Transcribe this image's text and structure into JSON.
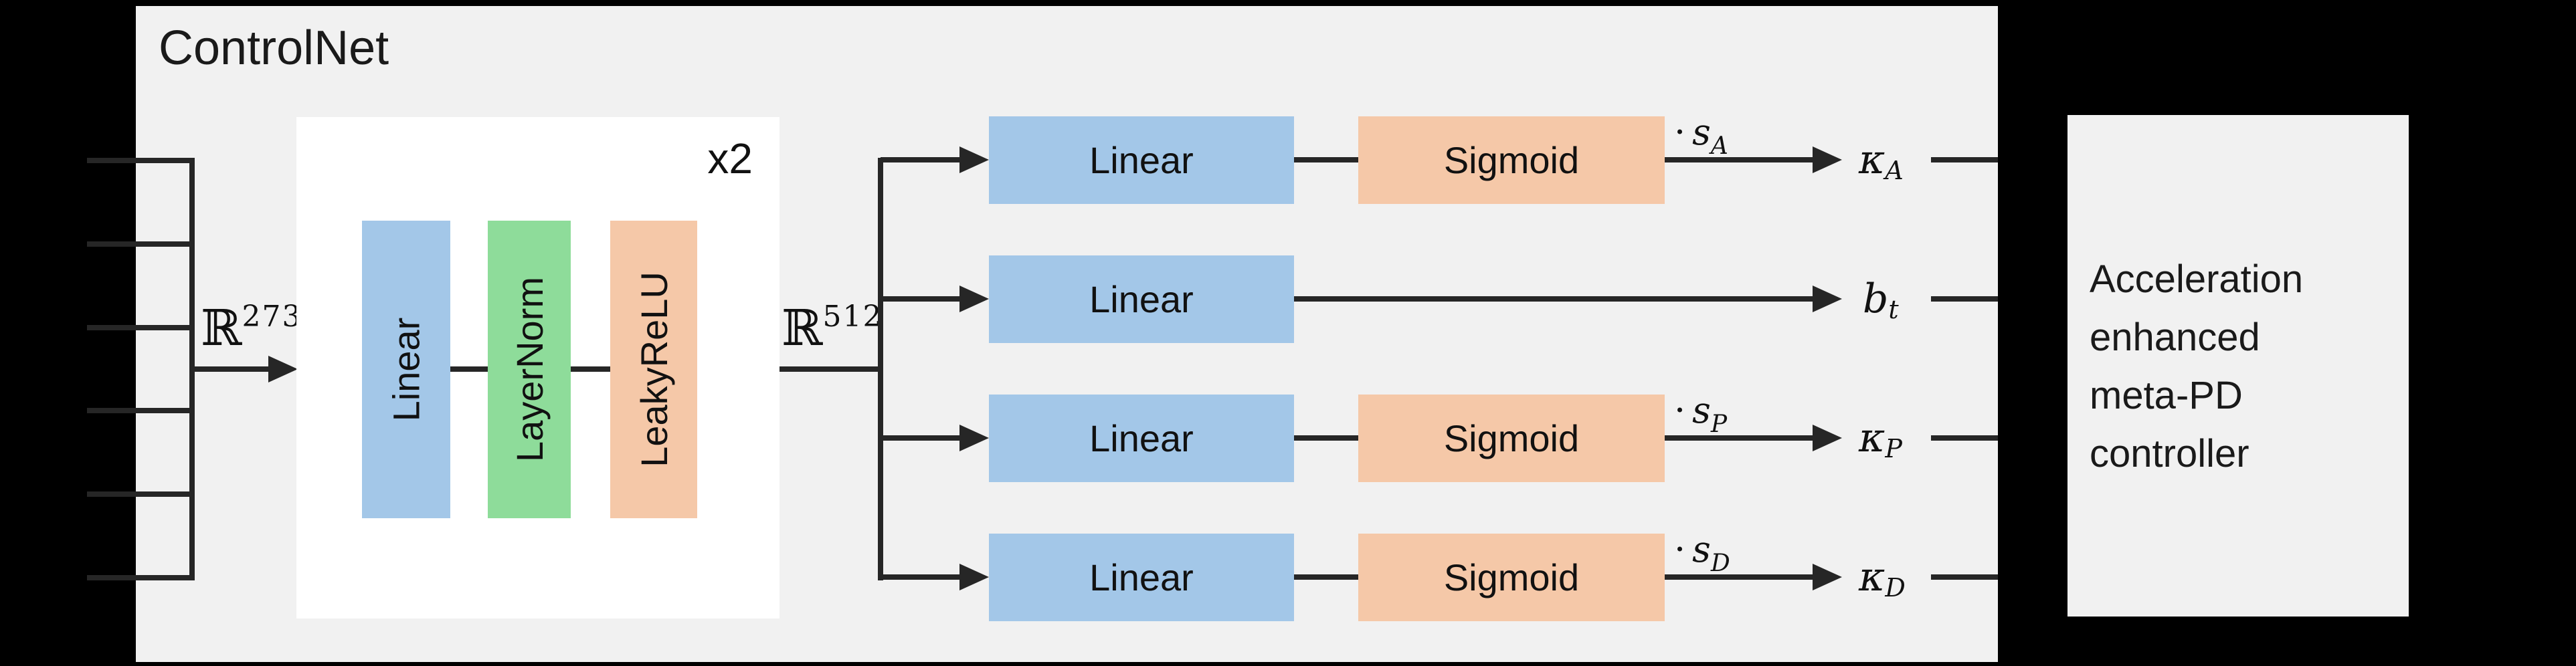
{
  "colors": {
    "background": "#000000",
    "panel": "#f1f1f1",
    "inner_box": "#ffffff",
    "block_blue": "#a3c7e8",
    "block_green": "#8edc9a",
    "block_peach": "#f5c8a8",
    "line": "#262626",
    "text": "#1a1a1a"
  },
  "panel": {
    "title": "ControlNet"
  },
  "input": {
    "dim_base": "ℝ",
    "dim_sup": "273"
  },
  "hidden": {
    "dim_base": "ℝ",
    "dim_sup": "512"
  },
  "mlp": {
    "repeat_label": "x2",
    "blocks": [
      {
        "label": "Linear"
      },
      {
        "label": "LayerNorm"
      },
      {
        "label": "LeakyReLU"
      }
    ]
  },
  "heads": [
    {
      "linear_label": "Linear",
      "activation_label": "Sigmoid",
      "scale_dot": "·",
      "scale_base": "s",
      "scale_sub": "A",
      "out_base": "κ",
      "out_sub": "A"
    },
    {
      "linear_label": "Linear",
      "out_base": "b",
      "out_sub": "t"
    },
    {
      "linear_label": "Linear",
      "activation_label": "Sigmoid",
      "scale_dot": "·",
      "scale_base": "s",
      "scale_sub": "P",
      "out_base": "κ",
      "out_sub": "P"
    },
    {
      "linear_label": "Linear",
      "activation_label": "Sigmoid",
      "scale_dot": "·",
      "scale_base": "s",
      "scale_sub": "D",
      "out_base": "κ",
      "out_sub": "D"
    }
  ],
  "controller": {
    "lines": [
      "Acceleration",
      "enhanced",
      "meta-PD",
      "controller"
    ]
  }
}
